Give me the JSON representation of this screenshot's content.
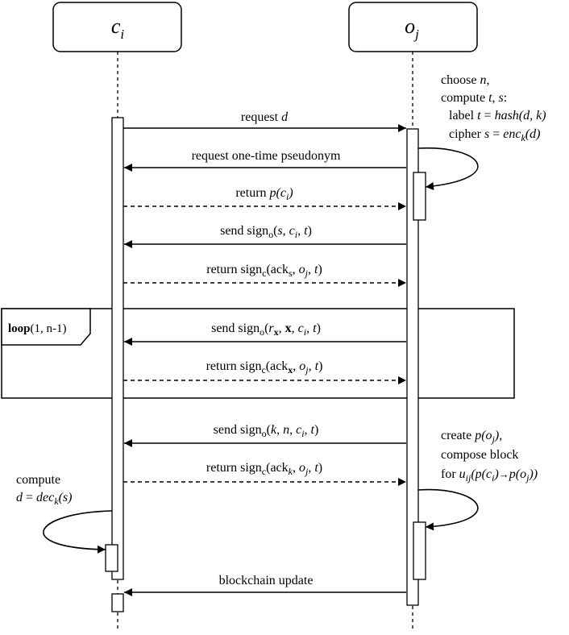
{
  "participants": [
    {
      "name": "c",
      "sub": "i"
    },
    {
      "name": "o",
      "sub": "j"
    }
  ],
  "notes": {
    "owner_prepare": [
      "choose n,",
      "compute t, s:",
      "label t = hash(d, k)",
      "cipher s = enck(d)"
    ],
    "owner_block": [
      "create p(oj),",
      "compose block",
      "for uij(p(ci)→p(oj))"
    ],
    "client_compute": [
      "compute",
      "d = deck(s)"
    ]
  },
  "messages": [
    {
      "text": "request d",
      "style": "solid"
    },
    {
      "text": "request one-time pseudonym",
      "style": "solid"
    },
    {
      "text": "return p(ci)",
      "style": "dashed"
    },
    {
      "text": "send signo(s, ci, t)",
      "style": "solid"
    },
    {
      "text": "return signc(acks, oj, t)",
      "style": "dashed"
    },
    {
      "text": "send signo(rx, x, ci, t)",
      "style": "solid"
    },
    {
      "text": "return signc(ackx, oj, t)",
      "style": "dashed"
    },
    {
      "text": "send signo(k, n, ci, t)",
      "style": "solid"
    },
    {
      "text": "return signc(ackk, oj, t)",
      "style": "dashed"
    },
    {
      "text": "blockchain update",
      "style": "solid"
    }
  ],
  "loop_frame": {
    "keyword": "loop",
    "args": "(1, n-1)"
  }
}
